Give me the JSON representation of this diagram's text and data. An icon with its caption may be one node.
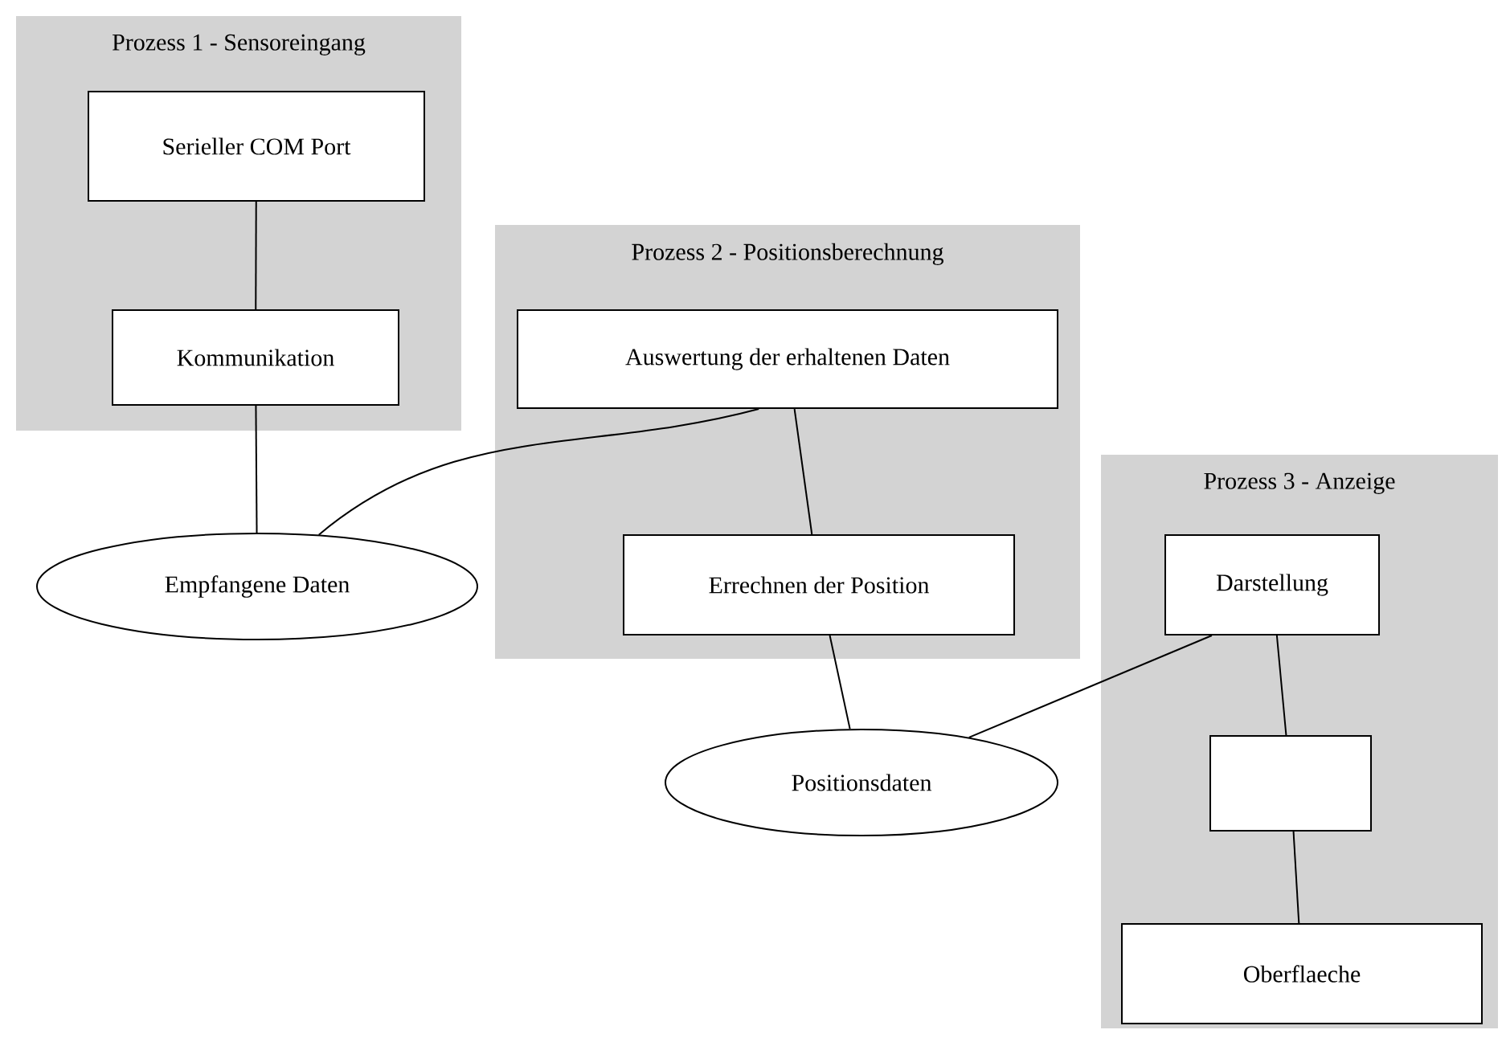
{
  "diagram": {
    "nodes": [
      {
        "text": [
          "Prozess 1 - Sensoreingang"
        ]
      },
      {
        "text": [
          "Serieller COM Port"
        ],
        "in": 0
      },
      {
        "text": [
          "Kommunikation"
        ],
        "in": 0
      },
      {
        "text": [
          "Empfangene Daten"
        ]
      },
      {
        "text": [
          "Prozess 2 - Positionsberechnung"
        ]
      },
      {
        "text": [
          "Auswertung der erhaltenen Daten"
        ],
        "in": 4
      },
      {
        "text": [
          "Errechnen der Position"
        ],
        "in": 4
      },
      {
        "text": [
          "Positionsdaten"
        ]
      },
      {
        "text": [
          "Prozess 3 - Anzeige"
        ]
      },
      {
        "text": [
          "Darstellung"
        ],
        "in": 8
      },
      {
        "text": [],
        "shape": "box",
        "in": 8
      },
      {
        "text": [
          "Oberflaeche"
        ],
        "in": 8
      }
    ],
    "edges": [
      {
        "from": 1,
        "to": 2,
        "arrow": "none"
      },
      {
        "from": 2,
        "to": 3,
        "arrow": "none"
      },
      {
        "from": 3,
        "to": 5,
        "arrow": "none"
      },
      {
        "from": 5,
        "to": 6,
        "arrow": "none"
      },
      {
        "from": 6,
        "to": 7,
        "arrow": "none"
      },
      {
        "from": 7,
        "to": 9,
        "arrow": "none"
      },
      {
        "from": 9,
        "to": 10,
        "arrow": "none"
      },
      {
        "from": 10,
        "to": 11,
        "arrow": "none"
      }
    ]
  }
}
